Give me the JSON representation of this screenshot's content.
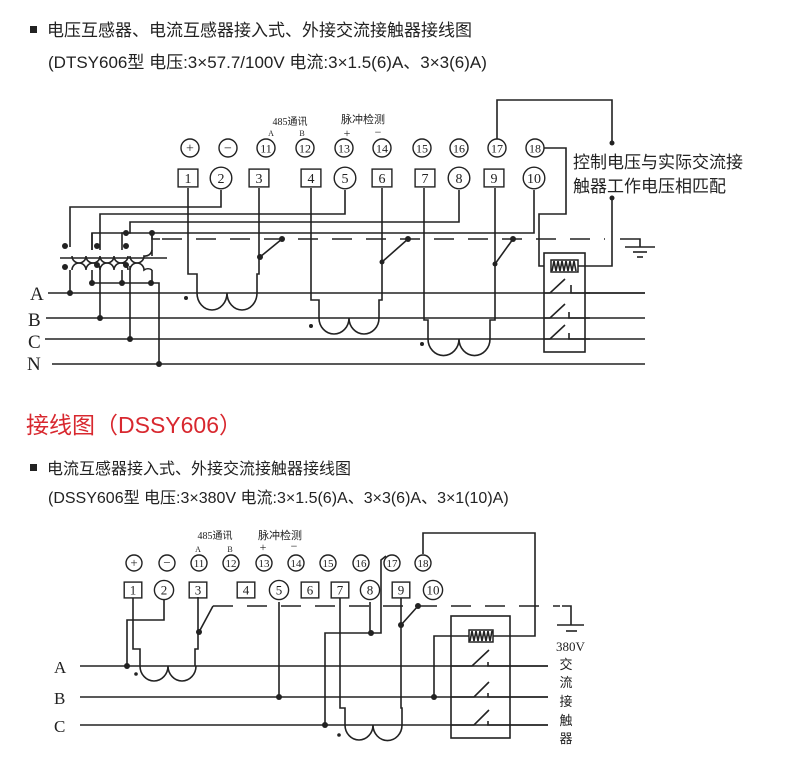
{
  "section1": {
    "title": "电压互感器、电流互感器接入式、外接交流接触器接线图",
    "spec": "(DTSY606型 电压:3×57.7/100V 电流:3×1.5(6)A、3×3(6)A)",
    "diagram": {
      "top_terminals": [
        "+",
        "−",
        "11",
        "12",
        "13",
        "14",
        "15",
        "16",
        "17",
        "18"
      ],
      "bottom_terminals": [
        "1",
        "2",
        "3",
        "4",
        "5",
        "6",
        "7",
        "8",
        "9",
        "10"
      ],
      "comm_label": "485通讯",
      "comm_a": "A",
      "comm_b": "B",
      "pulse_label": "脉冲检测",
      "pulse_plus": "+",
      "pulse_minus": "−",
      "phases": [
        "A",
        "B",
        "C",
        "N"
      ],
      "note_line1": "控制电压与实际交流接",
      "note_line2": "触器工作电压相匹配"
    }
  },
  "section2": {
    "heading": "接线图（DSSY606）",
    "heading_color": "#d8282f",
    "title": "电流互感器接入式、外接交流接触器接线图",
    "spec": "(DSSY606型 电压:3×380V 电流:3×1.5(6)A、3×3(6)A、3×1(10)A)",
    "diagram": {
      "top_terminals": [
        "+",
        "−",
        "11",
        "12",
        "13",
        "14",
        "15",
        "16",
        "17",
        "18"
      ],
      "bottom_terminals": [
        "1",
        "2",
        "3",
        "4",
        "5",
        "6",
        "7",
        "8",
        "9",
        "10"
      ],
      "comm_label": "485通讯",
      "comm_a": "A",
      "comm_b": "B",
      "pulse_label": "脉冲检测",
      "pulse_plus": "+",
      "pulse_minus": "−",
      "phases": [
        "A",
        "B",
        "C"
      ],
      "voltage": "380V",
      "contactor_chars": [
        "交",
        "流",
        "接",
        "触",
        "器"
      ]
    }
  }
}
